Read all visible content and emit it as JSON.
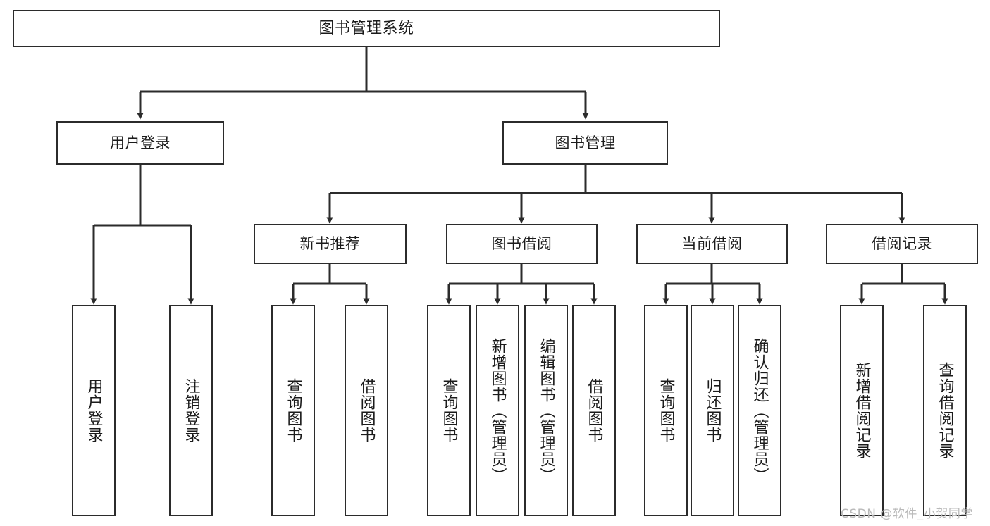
{
  "diagram": {
    "title": "图书管理系统",
    "type": "tree-hierarchy-chart",
    "colors": {
      "box_border": "#2b2b2b",
      "box_fill": "#ffffff",
      "connector": "#2b2b2b",
      "text": "#1b1b1b",
      "watermark": "#b9b9b9",
      "background": "#ffffff"
    },
    "levels": {
      "root": "图书管理系统",
      "level2": [
        "用户登录",
        "图书管理"
      ],
      "level3": [
        "新书推荐",
        "图书借阅",
        "当前借阅",
        "借阅记录"
      ]
    }
  },
  "nodes": {
    "root": {
      "label": "图书管理系统"
    },
    "user_login": {
      "label": "用户登录"
    },
    "book_manage": {
      "label": "图书管理"
    },
    "new_book_rec": {
      "label": "新书推荐"
    },
    "book_borrow": {
      "label": "图书借阅"
    },
    "current_borrow": {
      "label": "当前借阅"
    },
    "borrow_record": {
      "label": "借阅记录"
    },
    "leaf_user_login": {
      "label": "用户登录"
    },
    "leaf_user_logout": {
      "label": "注销登录"
    },
    "leaf_query_book_a": {
      "label": "查询图书"
    },
    "leaf_borrow_book_a": {
      "label": "借阅图书"
    },
    "leaf_query_book_b": {
      "label": "查询图书"
    },
    "leaf_add_book": {
      "label": "新增图书（管理员）"
    },
    "leaf_edit_book": {
      "label": "编辑图书（管理员）"
    },
    "leaf_borrow_book_b": {
      "label": "借阅图书"
    },
    "leaf_query_book_c": {
      "label": "查询图书"
    },
    "leaf_return_book": {
      "label": "归还图书"
    },
    "leaf_confirm_return": {
      "label": "确认归还（管理员）"
    },
    "leaf_add_record": {
      "label": "新增借阅记录"
    },
    "leaf_query_record": {
      "label": "查询借阅记录"
    }
  },
  "watermark": {
    "text": "CSDN @软件_小贺同学"
  }
}
